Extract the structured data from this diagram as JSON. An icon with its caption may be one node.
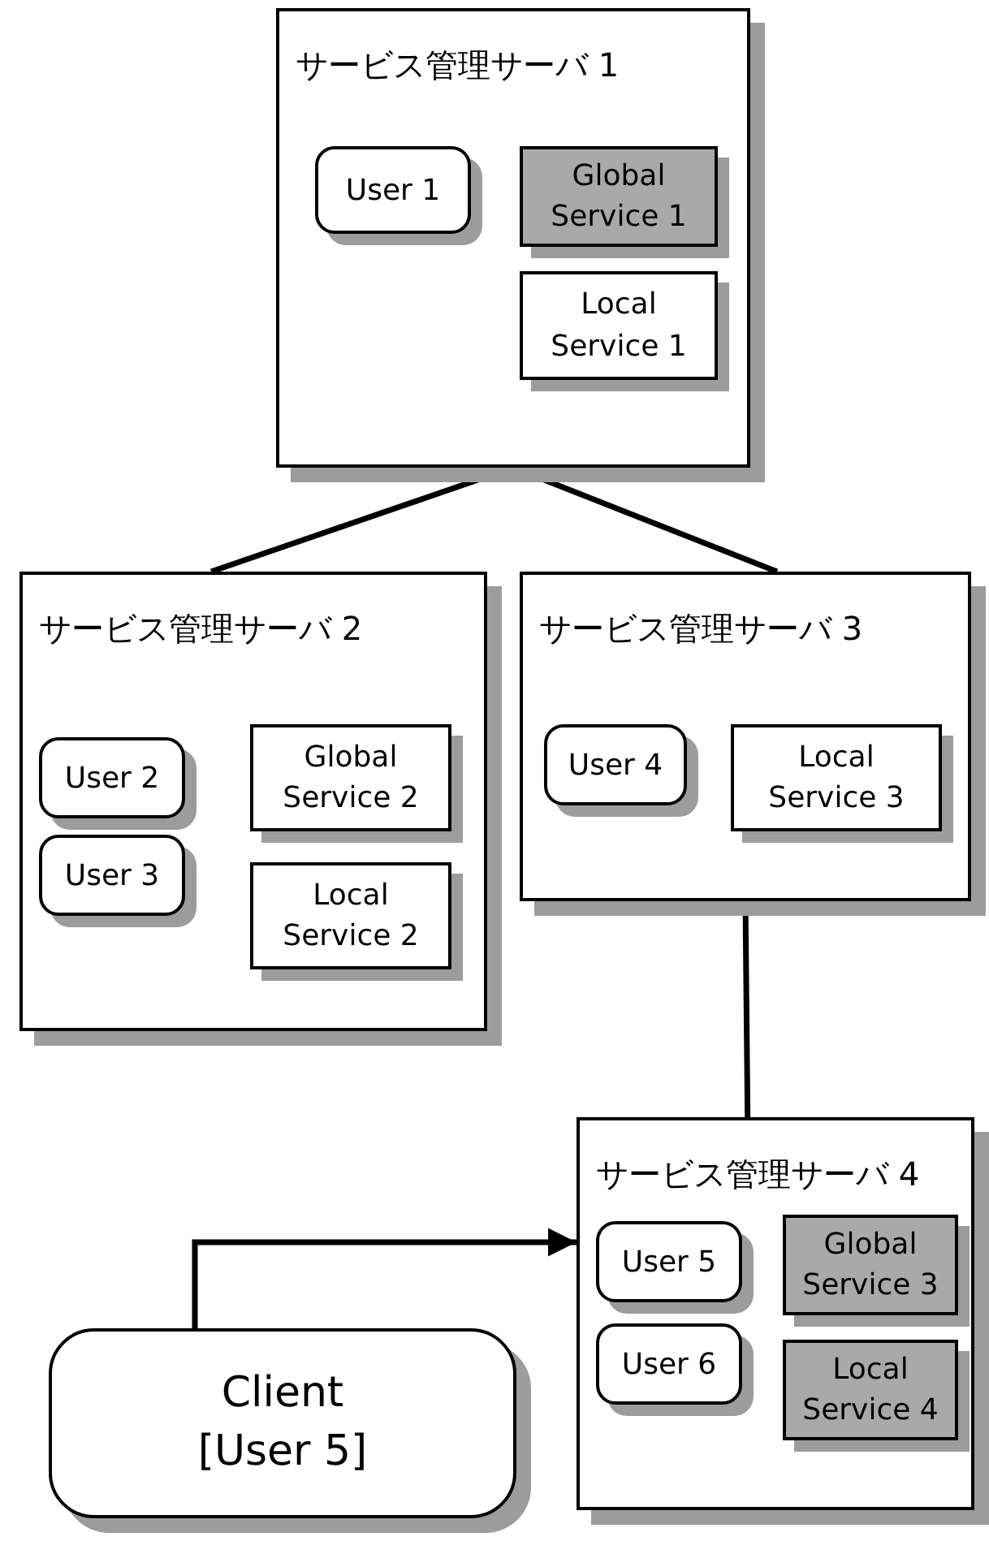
{
  "diagram": {
    "nodes": [
      {
        "text": [
          "サービス管理サーバ 1"
        ]
      },
      {
        "text": [
          "User 1"
        ],
        "in": 0
      },
      {
        "text": [
          "Global Service 1"
        ],
        "in": 0
      },
      {
        "text": [
          "Local Service 1"
        ],
        "in": 0
      },
      {
        "text": [
          "サービス管理サーバ 2"
        ]
      },
      {
        "text": [
          "User 2"
        ],
        "in": 4
      },
      {
        "text": [
          "Global Service 2"
        ],
        "in": 4
      },
      {
        "text": [
          "User 3"
        ],
        "in": 4
      },
      {
        "text": [
          "Local Service 2"
        ],
        "in": 4
      },
      {
        "text": [
          "サービス管理サーバ 3"
        ]
      },
      {
        "text": [
          "User 4"
        ],
        "in": 9
      },
      {
        "text": [
          "Local Service 3"
        ],
        "in": 9
      },
      {
        "text": [
          "サービス管理サーバ 4"
        ]
      },
      {
        "text": [
          "User 5"
        ],
        "in": 12
      },
      {
        "text": [
          "Global Service 3"
        ],
        "in": 12
      },
      {
        "text": [
          "User 6"
        ],
        "in": 12
      },
      {
        "text": [
          "Local Service 4"
        ],
        "in": 12
      },
      {
        "text": [
          "Client [User 5]"
        ]
      }
    ],
    "edges": [
      {
        "from": 0,
        "to": 4,
        "arrow": "none"
      },
      {
        "from": 0,
        "to": 9,
        "arrow": "none"
      },
      {
        "from": 9,
        "to": 12,
        "arrow": "none"
      },
      {
        "from": 17,
        "to": 12,
        "arrow": "to"
      }
    ]
  }
}
